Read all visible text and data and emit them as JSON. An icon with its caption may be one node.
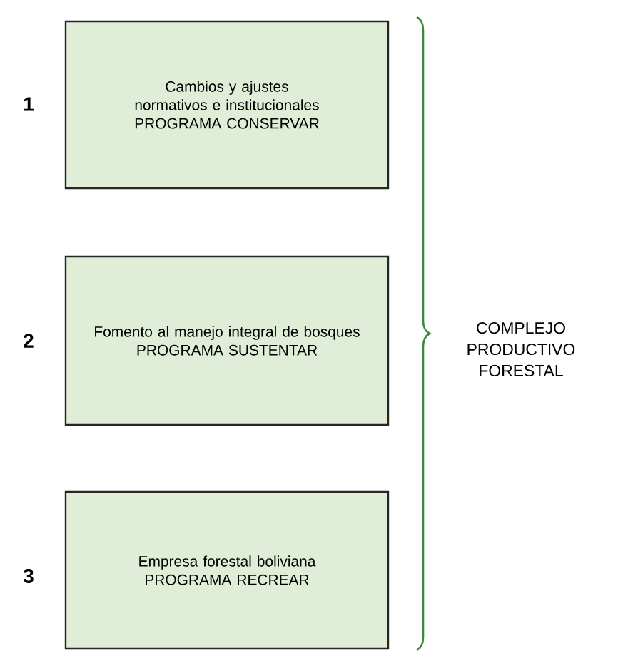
{
  "diagram": {
    "nodes": [
      {
        "text": [
          "Cambios y ajustes normativos e institucionales",
          "PROGRAMA CONSERVAR"
        ]
      },
      {
        "text": [
          "Fomento al manejo integral de bosques",
          "PROGRAMA SUSTENTAR"
        ]
      },
      {
        "text": [
          "Empresa forestal boliviana",
          "PROGRAMA RECREAR"
        ]
      }
    ],
    "labels": [
      "1",
      "2",
      "3",
      "COMPLEJO PRODUCTIVO FORESTAL"
    ]
  }
}
